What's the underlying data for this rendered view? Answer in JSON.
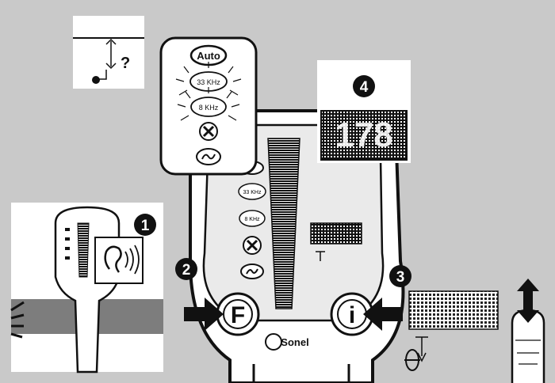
{
  "labels": {
    "auto": "Auto",
    "freq_33": "33 KHz",
    "freq_8": "8 KHz",
    "btn_f": "F",
    "btn_i": "i",
    "brand": "Sonel",
    "question": "?",
    "callouts": [
      "1",
      "2",
      "3",
      "4"
    ],
    "depth_readout": "178"
  },
  "colors": {
    "background": "#c9c9c9",
    "ink": "#111111",
    "paper": "#ffffff",
    "panel": "#eeeeee",
    "belt": "#7d7d7d"
  },
  "icons": [
    "arrow-right-icon",
    "arrow-left-icon",
    "updown-arrow-icon",
    "ear-icon",
    "sound-wave-icon",
    "finger-icon",
    "loop-icon",
    "depth-marker-icon",
    "cable-icon",
    "signal-icon"
  ]
}
